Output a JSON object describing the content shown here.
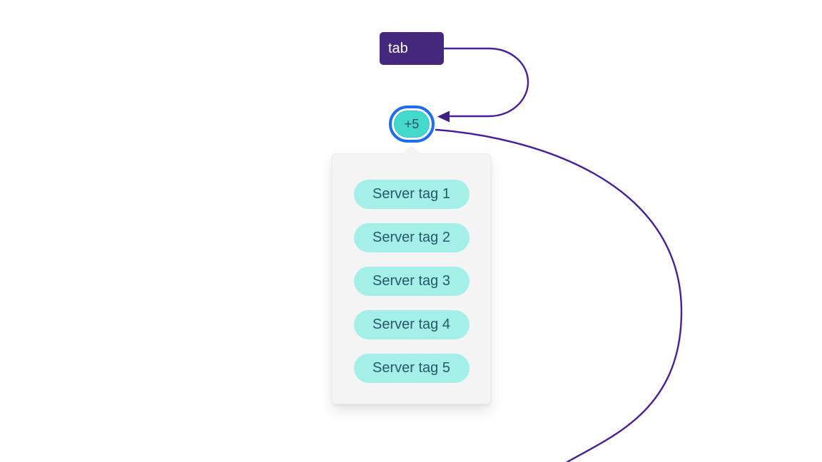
{
  "tab_node": {
    "label": "tab"
  },
  "count_badge": {
    "label": "+5"
  },
  "dropdown": {
    "tags": [
      "Server tag 1",
      "Server tag 2",
      "Server tag 3",
      "Server tag 4",
      "Server tag 5"
    ]
  },
  "colors": {
    "node_purple": "#46277e",
    "connector_purple": "#4a1f9c",
    "badge_ring_blue": "#1e6ef0",
    "badge_teal": "#44d9cd",
    "badge_text": "#2b4f5c",
    "tag_fill": "#a5efe9",
    "tag_text": "#26596a",
    "popover_background": "#f4f4f5"
  }
}
